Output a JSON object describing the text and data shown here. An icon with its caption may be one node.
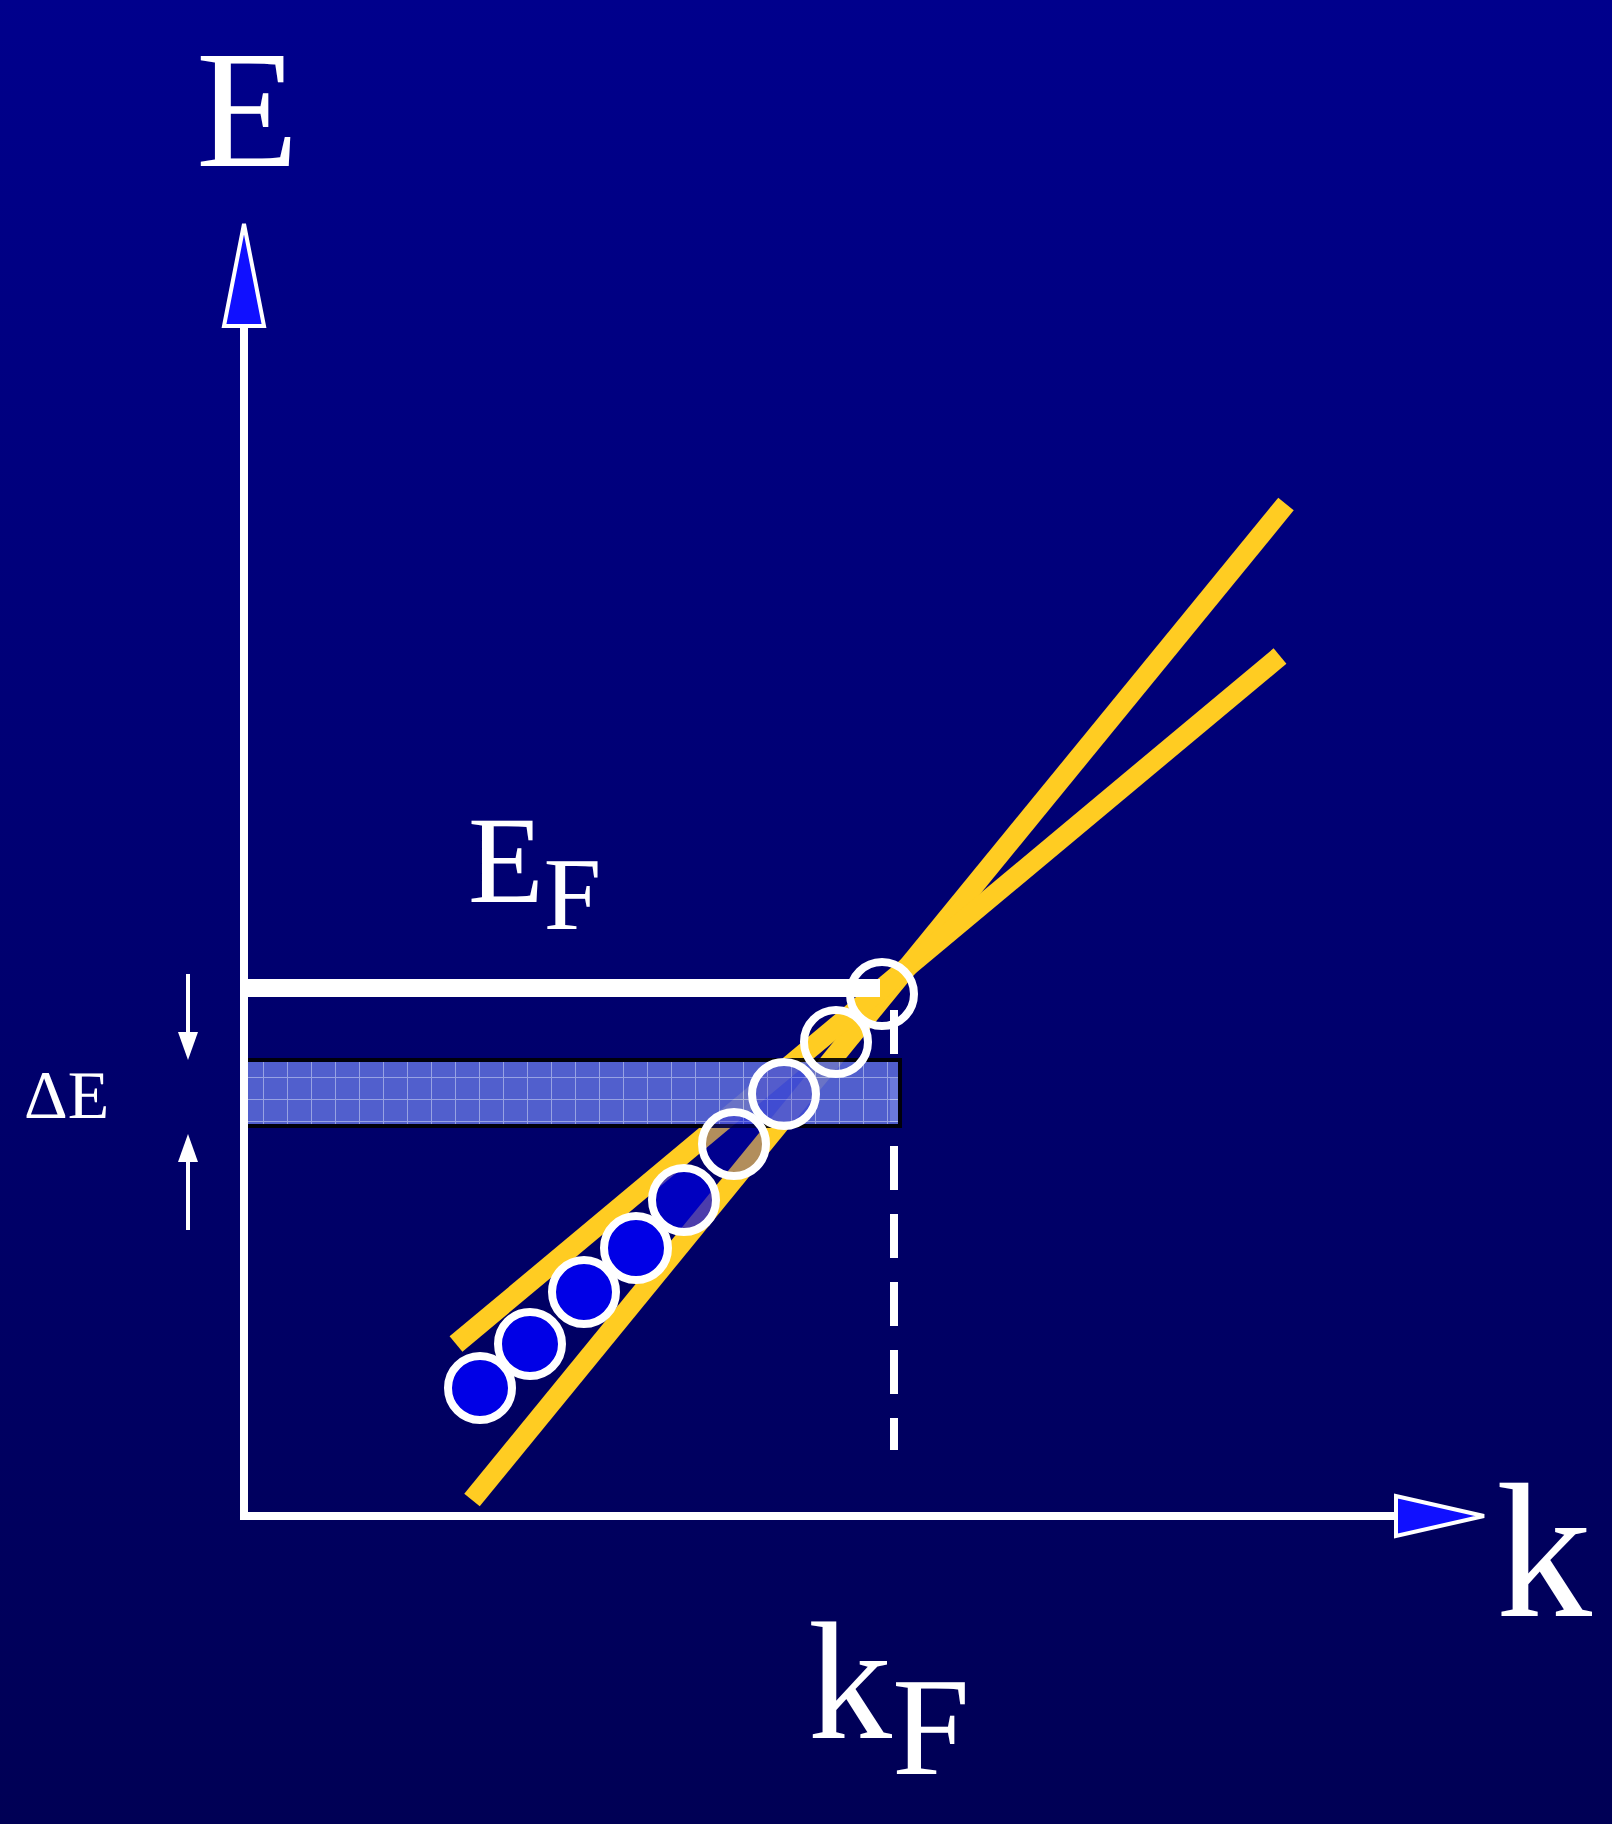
{
  "diagram": {
    "labels": [
      "E",
      "E$_{F}$",
      "ΔE",
      "k",
      "k$_{F}$"
    ]
  }
}
